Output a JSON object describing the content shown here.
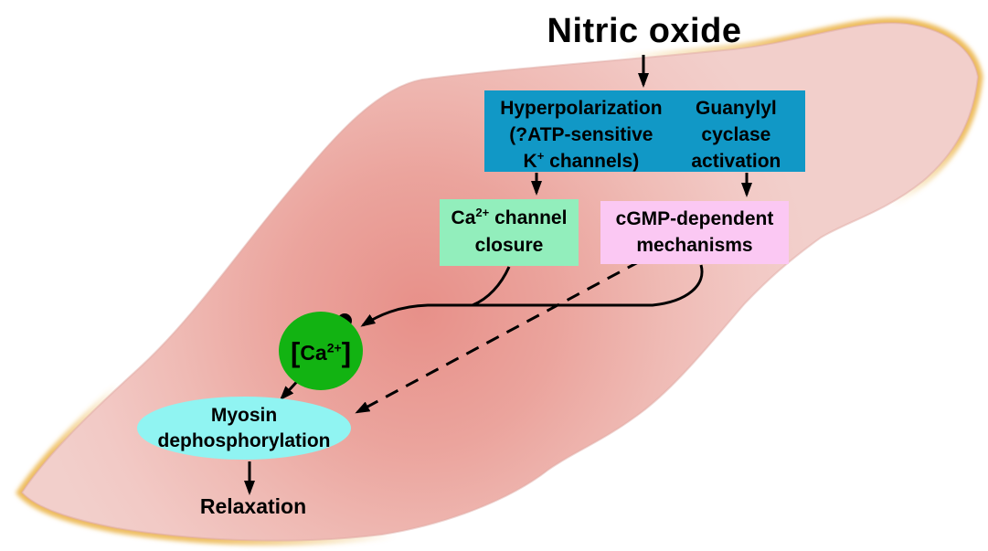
{
  "title": "Nitric oxide",
  "nodes": {
    "hyper": {
      "line1": "Hyperpolarization",
      "line2": "(?ATP-sensitive",
      "line3_pre": "K",
      "line3_sup": "+",
      "line3_post": " channels)"
    },
    "guanylyl": {
      "line1": "Guanylyl",
      "line2": "cyclase",
      "line3": "activation"
    },
    "ca_channel": {
      "line1_pre": "Ca",
      "line1_sup": "2+",
      "line1_post": " channel",
      "line2": "closure"
    },
    "cgmp": {
      "line1": "cGMP-dependent",
      "line2": "mechanisms"
    },
    "ca_level": {
      "open": "[",
      "pre": "Ca",
      "sup": "2+",
      "close": "]"
    },
    "myosin": {
      "line1": "Myosin",
      "line2": "dephosphorylation"
    },
    "relaxation": {
      "label": "Relaxation"
    }
  },
  "colors": {
    "hyper_box": "#1198c6",
    "ca_channel_box": "#92eebc",
    "cgmp_box": "#fbc8f3",
    "ca_level_node": "#12b312",
    "myosin_ellipse": "#90f4f2",
    "cell_center": "#e79089",
    "cell_edge": "#f2cfcb",
    "cell_tip_highlight": "#ecb64d",
    "arrows": "#000000"
  }
}
